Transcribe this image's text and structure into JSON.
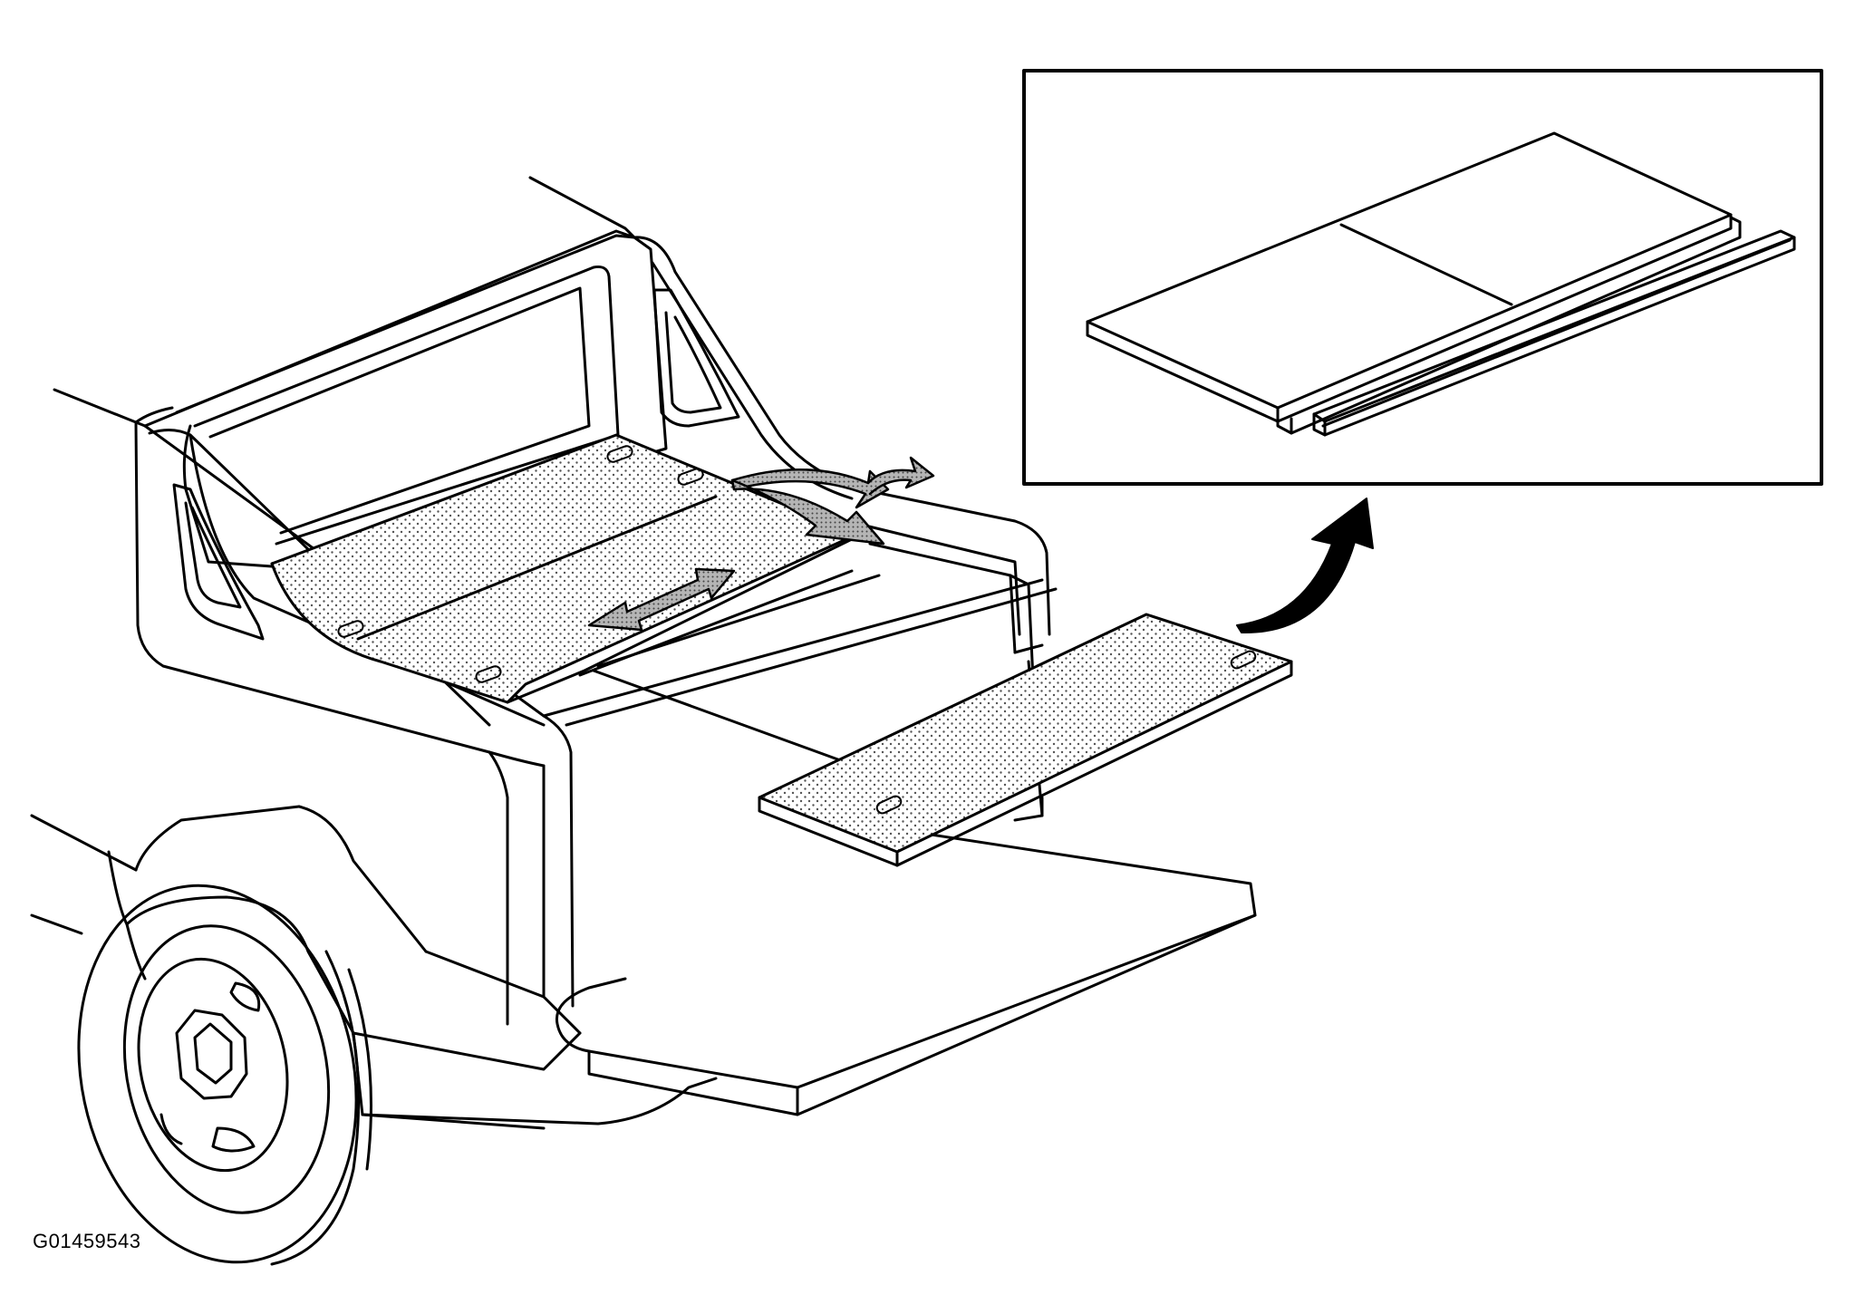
{
  "figure": {
    "id_label": "G01459543"
  },
  "colors": {
    "line": "#000000",
    "background": "#ffffff",
    "panel_stipple": "#555555",
    "arrow_fill": "#9a9a9a",
    "inset_arrow": "#000000"
  },
  "icons": {
    "slide_arrow": "double-headed-arrow",
    "remove_arrow": "curved-arrow",
    "inset_callout_arrow": "curved-arrow"
  }
}
